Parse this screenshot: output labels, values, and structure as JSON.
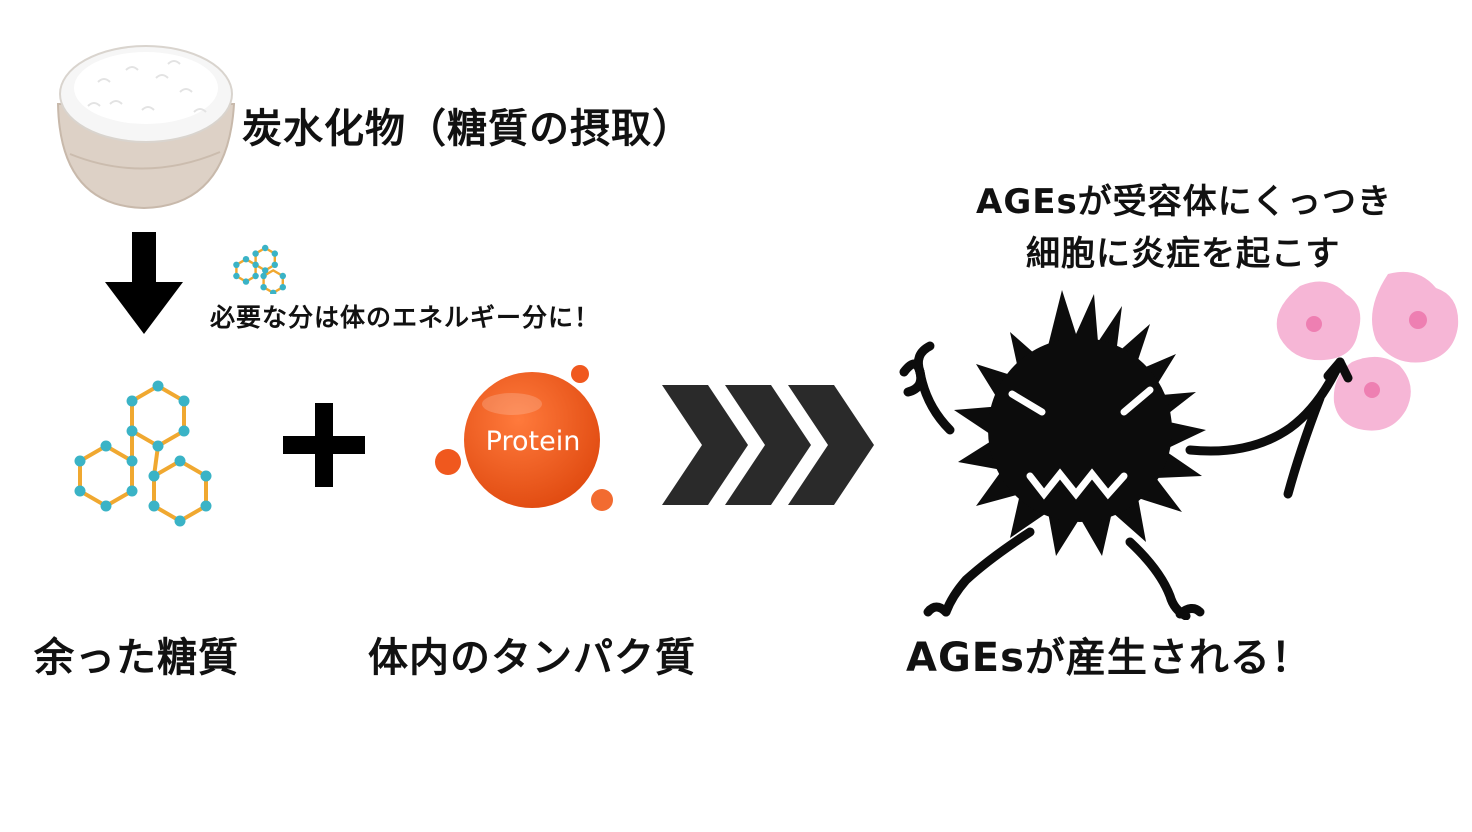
{
  "labels": {
    "carbs": "炭水化物（糖質の摂取）",
    "energy_note": "必要な分は体のエネルギー分に！",
    "excess_sugar": "余った糖質",
    "body_protein": "体内のタンパク質",
    "ages_produced": "AGEsが産生される！",
    "ages_effect_line1": "AGEsが受容体にくっつき",
    "ages_effect_line2": "細胞に炎症を起こす",
    "protein_sphere": "Protein"
  },
  "colors": {
    "hex_bond": "#f0a830",
    "hex_atom": "#3ab3c6",
    "protein": "#f0581e",
    "cell": "#f6b6d6",
    "arrow_dark": "#2a2a2a",
    "monster": "#0c0c0c"
  },
  "icons": [
    "rice-bowl-icon",
    "down-arrow-icon",
    "molecule-icon",
    "plus-icon",
    "protein-sphere-icon",
    "chevron-arrows-icon",
    "ages-monster-icon",
    "inflamed-cells-icon"
  ]
}
